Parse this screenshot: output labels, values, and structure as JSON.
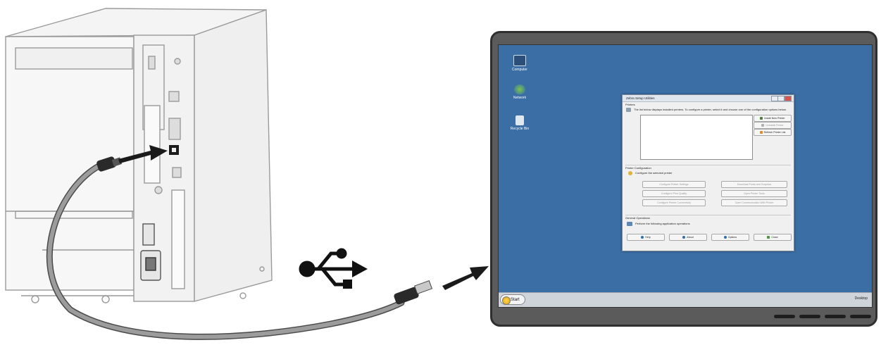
{
  "desktop": {
    "icons": [
      {
        "label": "Computer",
        "icon": "computer-icon"
      },
      {
        "label": "Network",
        "icon": "network-icon"
      },
      {
        "label": "Recycle Bin",
        "icon": "recycle-bin-icon"
      }
    ],
    "taskbar": {
      "start_label": "Start",
      "tray_text": "Desktop"
    }
  },
  "dialog": {
    "title": "Zebra Setup Utilities",
    "printers_heading": "Printers",
    "printers_text": "The list below displays installed printers. To configure a printer, select it and choose one of the configuration options below.",
    "printer_buttons": [
      "Install New Printer",
      "Uninstall Printer",
      "Refresh Printer List"
    ],
    "config_heading": "Printer Configuration",
    "config_text": "Configure the selected printer",
    "config_buttons": [
      "Configure Printer Settings",
      "Download Fonts and Graphics",
      "Configure Print Quality",
      "Open Printer Tools",
      "Configure Printer Connectivity",
      "Open Communication With Printer"
    ],
    "general_heading": "General Operations",
    "general_text": "Perform the following application operations",
    "general_buttons": [
      "Help",
      "About",
      "Options",
      "Close"
    ]
  },
  "colors": {
    "desktop": "#3a6ea5",
    "monitor_bezel": "#5b5b5b",
    "cable": "#8a8a8a",
    "printer_line": "#9a9a9a"
  }
}
